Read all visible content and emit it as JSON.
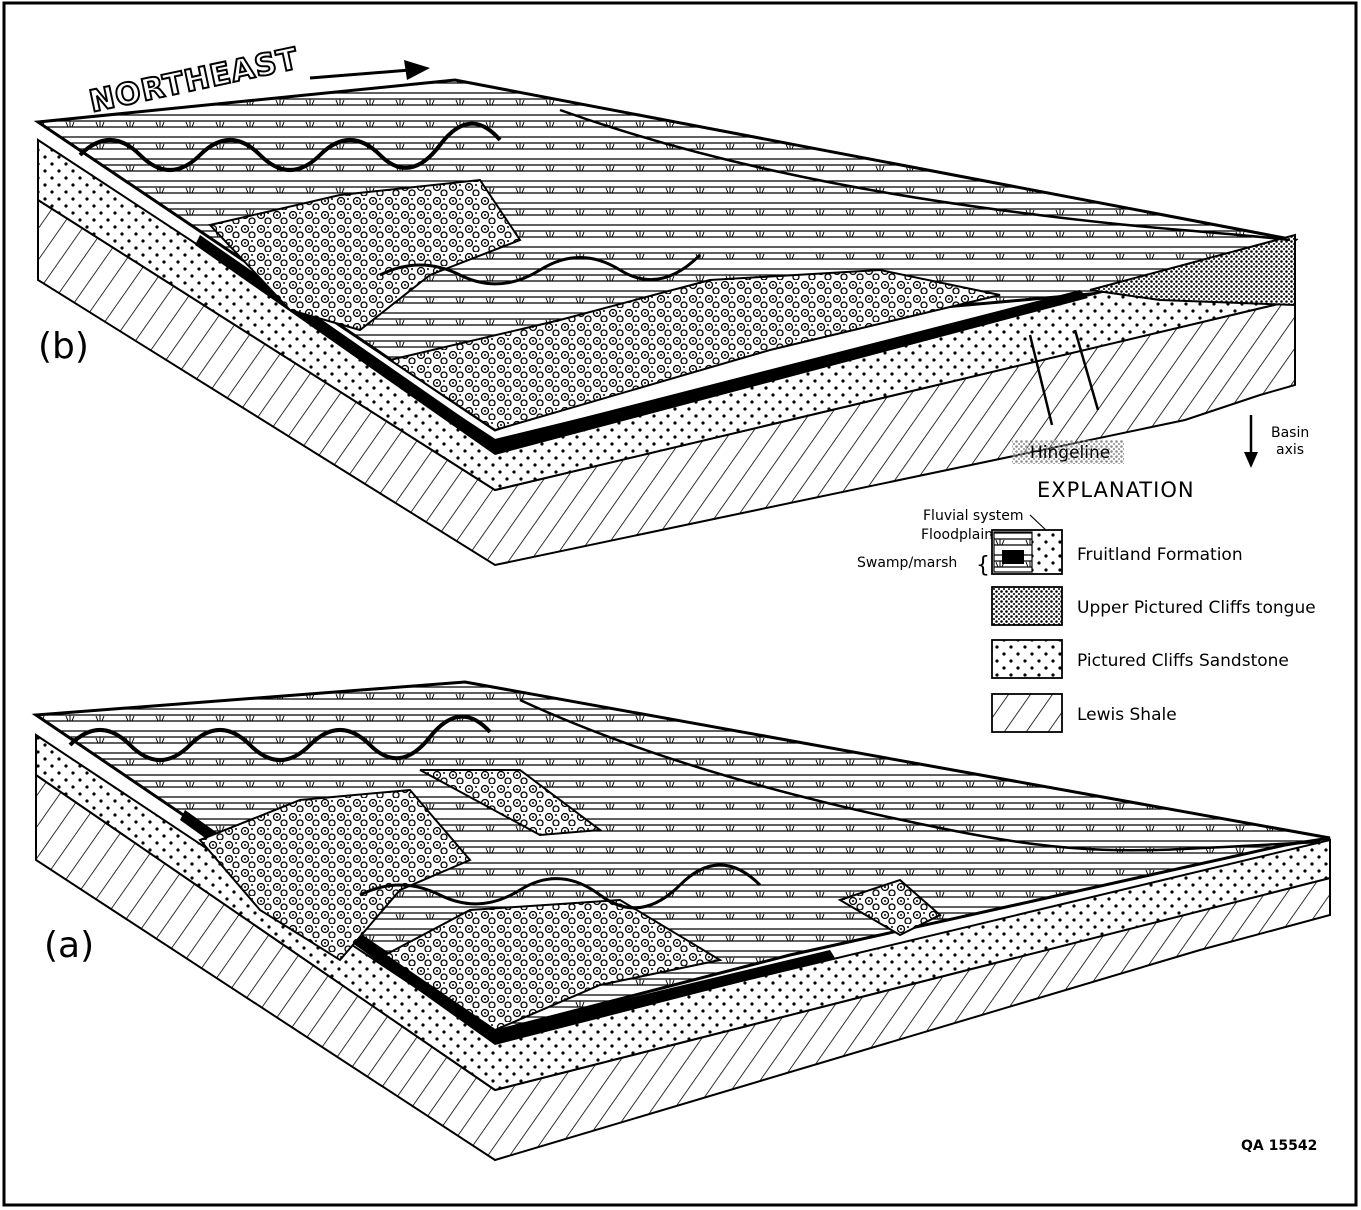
{
  "panels": [
    {
      "label": "(b)"
    },
    {
      "label": "(a)"
    }
  ],
  "direction": {
    "label": "NORTHEAST"
  },
  "hingeline": {
    "label": "Hingeline"
  },
  "basin_axis": {
    "label_line1": "Basin",
    "label_line2": "axis"
  },
  "legend": {
    "title": "EXPLANATION",
    "sublabels": {
      "fluvial": "Fluvial system",
      "floodplain": "Floodplain",
      "swamp": "Swamp/marsh"
    },
    "items": [
      {
        "label": "Fruitland Formation",
        "pattern": "fruitland"
      },
      {
        "label": "Upper Pictured Cliffs tongue",
        "pattern": "dense-dots"
      },
      {
        "label": "Pictured Cliffs Sandstone",
        "pattern": "sparse-dots"
      },
      {
        "label": "Lewis Shale",
        "pattern": "hatch"
      }
    ]
  },
  "reference_code": "QA 15542"
}
